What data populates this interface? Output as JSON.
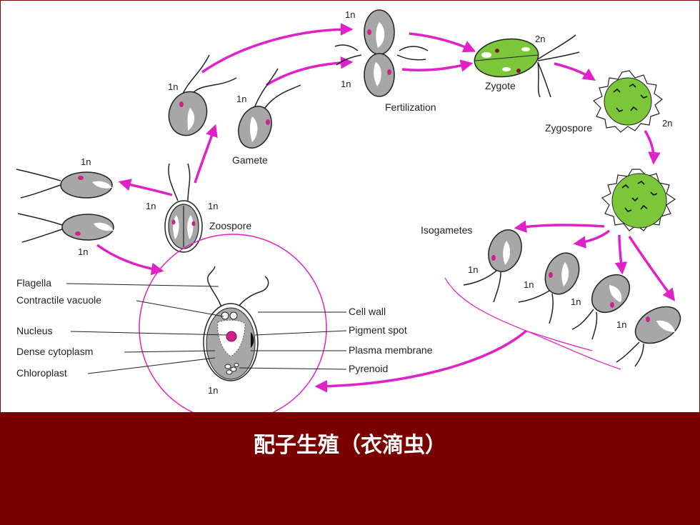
{
  "caption": "配子生殖（衣滴虫）",
  "colors": {
    "footer": "#7a0000",
    "arrow": "#e020c8",
    "cell": "#a7a7a7",
    "zygote": "#7cc63a",
    "nucleus": "#d0208a"
  },
  "stages": {
    "gamete": "Gamete",
    "zoospore": "Zoospore",
    "fertilization": "Fertilization",
    "zygote": "Zygote",
    "zygospore": "Zygospore",
    "isogametes": "Isogametes"
  },
  "ploidy": {
    "haploid": "1n",
    "diploid": "2n"
  },
  "cell_parts": {
    "flagella": "Flagella",
    "contractile_vacuole": "Contractile vacuole",
    "nucleus": "Nucleus",
    "dense_cytoplasm": "Dense cytoplasm",
    "chloroplast": "Chloroplast",
    "cell_wall": "Cell wall",
    "pigment_spot": "Pigment spot",
    "plasma_membrane": "Plasma membrane",
    "pyrenoid": "Pyrenoid"
  }
}
